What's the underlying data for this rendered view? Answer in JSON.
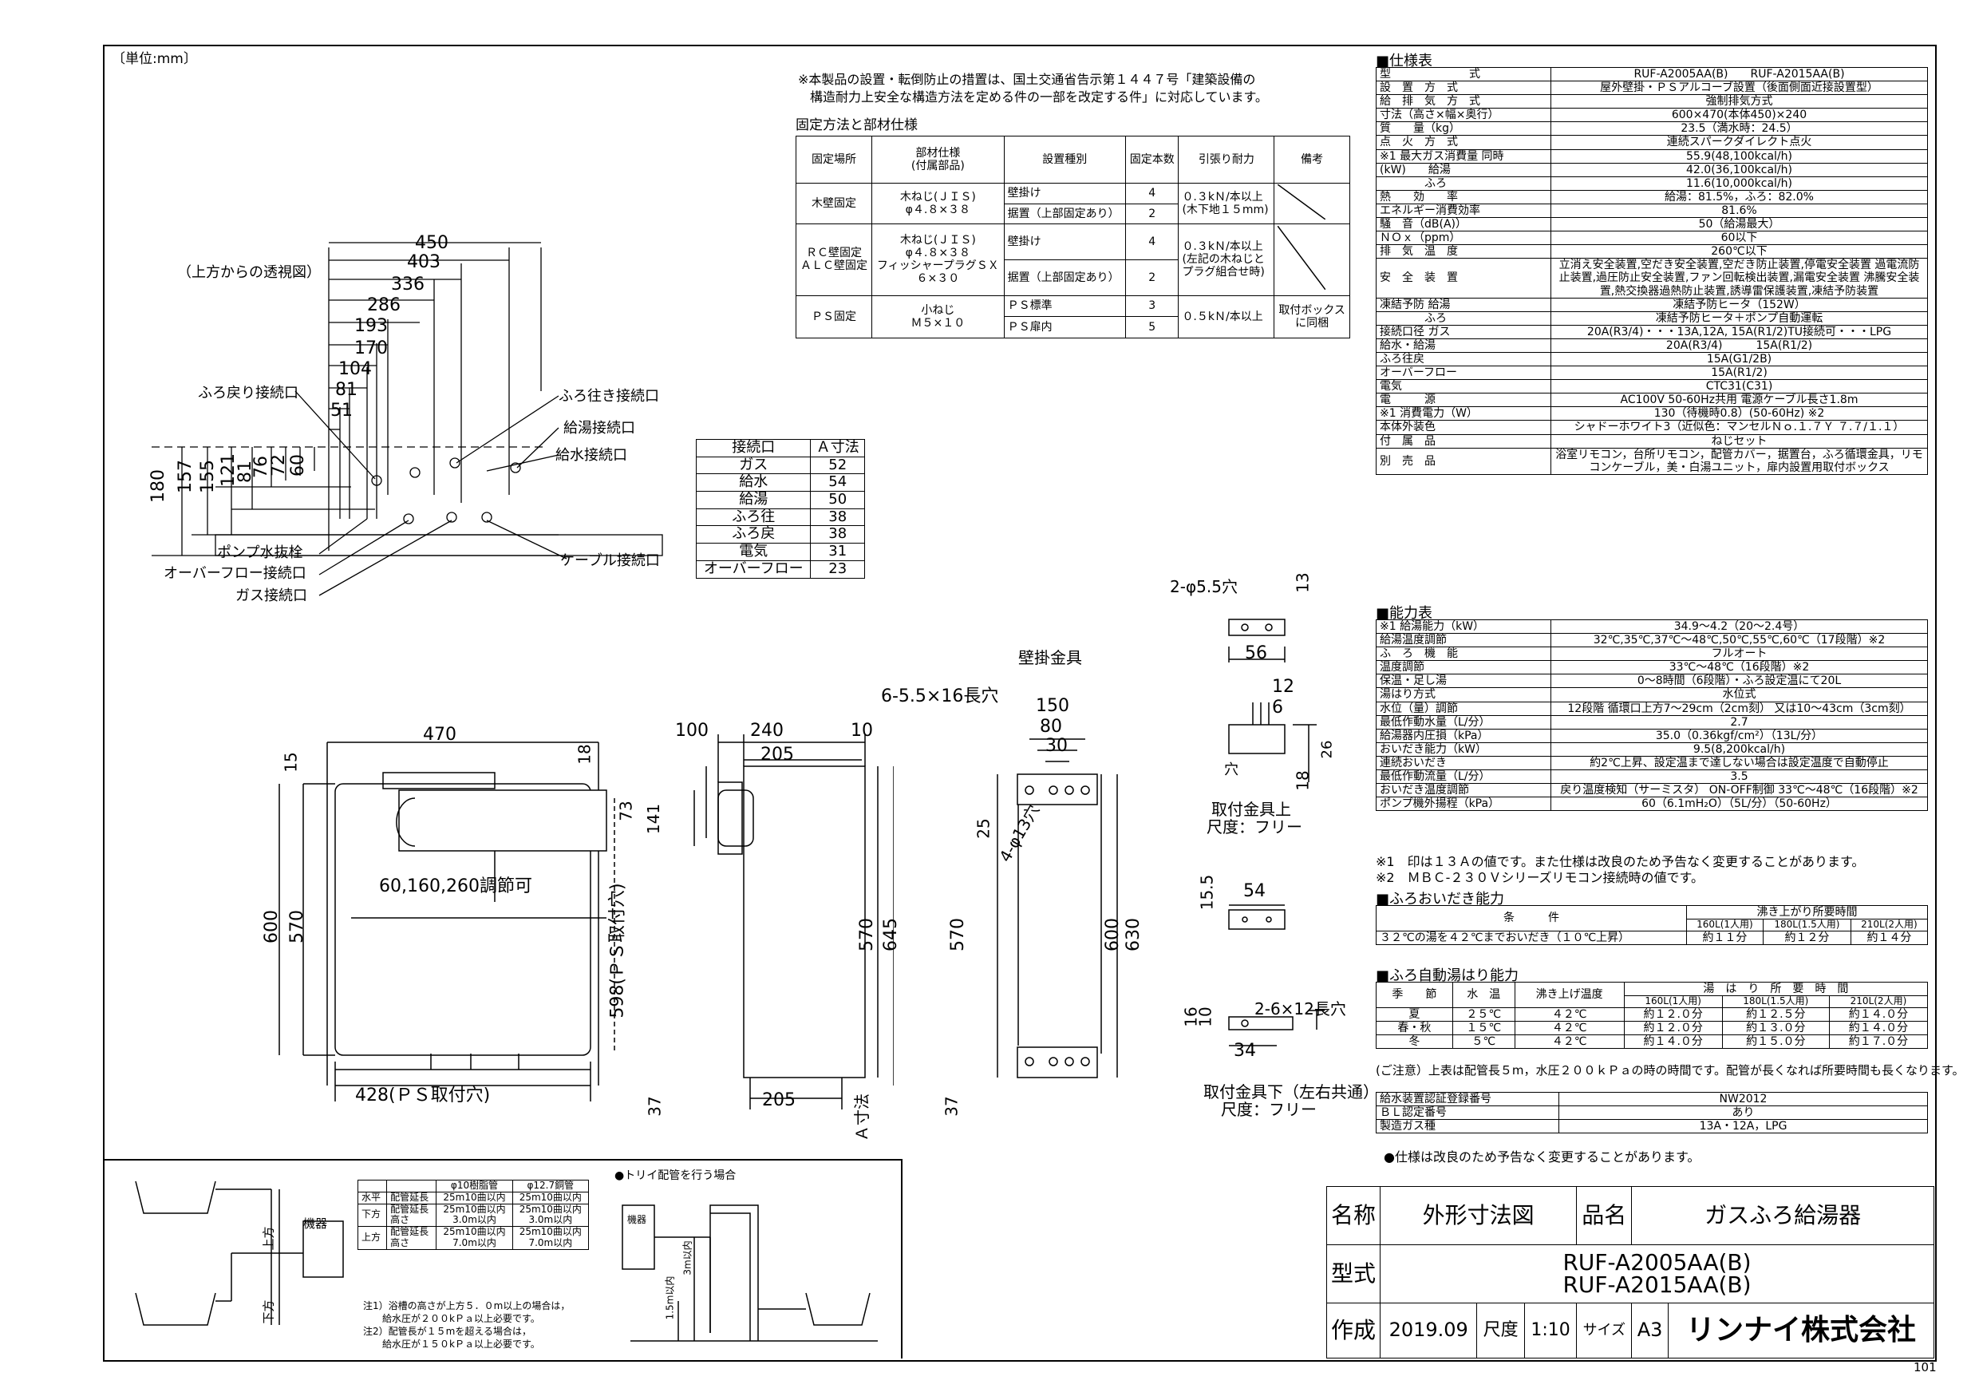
{
  "unit_note": "〔単位:mm〕",
  "notice": [
    "※本製品の設置・転倒防止の措置は、国土交通省告示第１４４７号「建築設備の",
    "構造耐力上安全な構造方法を定める件の一部を改定する件」に対応しています。"
  ],
  "fix_title": "固定方法と部材仕様",
  "fix_headers": [
    "固定場所",
    "部材仕様\n(付属部品)",
    "設置種別",
    "固定本数",
    "引張り耐力",
    "備考"
  ],
  "fix_rows": [
    {
      "place": "木壁固定",
      "part": "木ねじ(ＪＩＳ)\nφ４.８×３８",
      "types": [
        "壁掛け",
        "据置（上部固定あり）"
      ],
      "counts": [
        "4",
        "2"
      ],
      "strength": "０.３kＮ/本以上\n(木下地１５mm)",
      "note": ""
    },
    {
      "place": "ＲＣ壁固定\nＡＬＣ壁固定",
      "part": "木ねじ(ＪＩＳ)\nφ４.８×３８\nフィッシャープラグＳＸ\n６×３０",
      "types": [
        "壁掛け",
        "据置（上部固定あり）"
      ],
      "counts": [
        "4",
        "2"
      ],
      "strength": "０.３kＮ/本以上\n(左記の木ねじと\nプラグ組合せ時)",
      "note": ""
    },
    {
      "place": "ＰＳ固定",
      "part": "小ねじ\nＭ５×１０",
      "types": [
        "ＰＳ標準",
        "ＰＳ扉内"
      ],
      "counts": [
        "3",
        "5"
      ],
      "strength": "０.５kＮ/本以上",
      "note": "取付ボックス\nに同梱"
    }
  ],
  "top_view_label": "（上方からの透視図）",
  "top_dims": [
    "450",
    "403",
    "336",
    "286",
    "193",
    "170",
    "104",
    "81",
    "51"
  ],
  "side_dims": [
    "180",
    "157",
    "155",
    "121",
    "81",
    "76",
    "72",
    "60"
  ],
  "connection_labels": [
    "ふろ戻り接続口",
    "ふろ往き接続口",
    "給湯接続口",
    "給水接続口",
    "ポンプ水抜栓",
    "オーバーフロー接続口",
    "ガス接続口",
    "ケーブル接続口"
  ],
  "a_table": {
    "headers": [
      "接続口",
      "Ａ寸法"
    ],
    "rows": [
      [
        "ガス",
        "52"
      ],
      [
        "給水",
        "54"
      ],
      [
        "給湯",
        "50"
      ],
      [
        "ふろ往",
        "38"
      ],
      [
        "ふろ戻",
        "38"
      ],
      [
        "電気",
        "31"
      ],
      [
        "オーバーフロー",
        "23"
      ]
    ]
  },
  "front_dims": {
    "w": "470",
    "h1": "600",
    "h2": "570",
    "t": "15",
    "r": "18",
    "adj": "60,160,260調節可",
    "ps_h": "598(ＰＳ取付穴)",
    "ps_w": "428(ＰＳ取付穴)"
  },
  "side_view_dims": {
    "d100": "100",
    "d240": "240",
    "d10": "10",
    "d205": "205",
    "d73": "73",
    "d141": "141",
    "d570": "570",
    "d645": "645",
    "d205b": "205",
    "d37": "37",
    "a": "Ａ寸法"
  },
  "bracket": {
    "title": "壁掛金具",
    "slot": "6-5.5×16長穴",
    "w150": "150",
    "w80": "80",
    "w30": "30",
    "hole": "4-φ13穴",
    "d25": "25",
    "d570": "570",
    "d600": "600",
    "d630": "630",
    "d37": "37"
  },
  "upper_fit": {
    "holes": "2-φ5.5穴",
    "d13": "13",
    "d56": "56",
    "d12": "12",
    "d6": "6",
    "d26": "26",
    "d18": "18",
    "ana": "穴",
    "title": "取付金具上",
    "scale": "尺度：フリー"
  },
  "lower_fit": {
    "d15": "15.5",
    "d54": "54",
    "d16": "16",
    "d10": "10",
    "slots": "2-6×12長穴",
    "d34": "34",
    "title": "取付金具下（左右共通）",
    "scale": "尺度：フリー"
  },
  "spec_title": "■仕様表",
  "spec_rows": [
    [
      "型　　　　　　　式",
      "RUF-A2005AA(B)　　RUF-A2015AA(B)"
    ],
    [
      "設　置　方　式",
      "屋外壁掛・ＰＳアルコーブ設置（後面側面近接設置型）"
    ],
    [
      "給　排　気　方　式",
      "強制排気方式"
    ],
    [
      "寸法（高さ×幅×奥行）",
      "600×470(本体450)×240"
    ],
    [
      "質　　量（kg）",
      "23.5（満水時：24.5）"
    ],
    [
      "点　火　方　式",
      "連続スパークダイレクト点火"
    ],
    [
      "※1 最大ガス消費量 同時",
      "55.9(48,100kcal/h)"
    ],
    [
      "(kW)　　給湯",
      "42.0(36,100kcal/h)"
    ],
    [
      "　　　　ふろ",
      "11.6(10,000kcal/h)"
    ],
    [
      "熱　　効　　率",
      "給湯：81.5%，ふろ：82.0%"
    ],
    [
      "エネルギー消費効率",
      "81.6%"
    ],
    [
      "騒　音（dB(A)）",
      "50（給湯最大）"
    ],
    [
      "ＮＯｘ（ppm）",
      "60以下"
    ],
    [
      "排　気　温　度",
      "260℃以下"
    ],
    [
      "安　全　装　置",
      "立消え安全装置,空だき安全装置,空だき防止装置,停電安全装置 過電流防止装置,過圧防止安全装置,ファン回転検出装置,漏電安全装置 沸騰安全装置,熱交換器過熱防止装置,誘導雷保護装置,凍結予防装置"
    ],
    [
      "凍結予防 給湯",
      "凍結予防ヒータ（152W）"
    ],
    [
      "　　　　ふろ",
      "凍結予防ヒータ＋ポンプ自動運転"
    ],
    [
      "接続口径 ガス",
      "20A(R3/4)・・・13A,12A, 15A(R1/2)TU接続可・・・LPG"
    ],
    [
      "給水・給湯",
      "20A(R3/4)　　　15A(R1/2)"
    ],
    [
      "ふろ往戻",
      "15A(G1/2B)"
    ],
    [
      "オーバーフロー",
      "15A(R1/2)"
    ],
    [
      "電気",
      "CTC31(C31)"
    ],
    [
      "電　　　源",
      "AC100V 50-60Hz共用 電源ケーブル長さ1.8m"
    ],
    [
      "※1 消費電力（W）",
      "130（待機時0.8）(50-60Hz) ※2"
    ],
    [
      "本体外装色",
      "シャドーホワイト3（近似色：マンセルＮｏ.１.７Ｙ ７.７/１.１）"
    ],
    [
      "付　属　品",
      "ねじセット"
    ],
    [
      "別　売　品",
      "浴室リモコン，台所リモコン，配管カバー，据置台，ふろ循環金具，リモコンケーブル，美・白湯ユニット，扉内設置用取付ボックス"
    ]
  ],
  "cap_title": "■能力表",
  "cap_rows": [
    [
      "※1 給湯能力（kW）",
      "34.9～4.2（20～2.4号）"
    ],
    [
      "給湯温度調節",
      "32℃,35℃,37℃～48℃,50℃,55℃,60℃（17段階）※2"
    ],
    [
      "ふ　ろ　機　能",
      "フルオート"
    ],
    [
      "温度調節",
      "33℃～48℃（16段階）※2"
    ],
    [
      "保温・足し湯",
      "0～8時間（6段階）・ふろ設定温にて20L"
    ],
    [
      "湯はり方式",
      "水位式"
    ],
    [
      "水位（量）調節",
      "12段階 循環口上方7～29cm（2cm刻） 又は10～43cm（3cm刻）"
    ],
    [
      "最低作動水量（L/分）",
      "2.7"
    ],
    [
      "給湯器内圧損（kPa）",
      "35.0（0.36kgf/cm²）（13L/分）"
    ],
    [
      "おいだき能力（kW）",
      "9.5(8,200kcal/h)"
    ],
    [
      "連続おいだき",
      "約2℃上昇、設定温まで達しない場合は設定温度で自動停止"
    ],
    [
      "最低作動流量（L/分）",
      "3.5"
    ],
    [
      "おいだき温度調節",
      "戻り温度検知（サーミスタ） ON-OFF制御 33℃～48℃（16段階）※2"
    ],
    [
      "ポンプ機外揚程（kPa）",
      "60（6.1mH₂O）（5L/分）（50-60Hz）"
    ]
  ],
  "cap_notes": [
    "※1　印は１３Ａの値です。また仕様は改良のため予告なく変更することがあります。",
    "※2　ＭＢＣ-２３０Ｖシリーズリモコン接続時の値です。"
  ],
  "oidaki_title": "■ふろおいだき能力",
  "oidaki": {
    "h1": "条　　　件",
    "h2": "沸き上がり所要時間",
    "cols": [
      "160L(1人用)",
      "180L(1.5人用)",
      "210L(2人用)"
    ],
    "cond": "３２℃の湯を４２℃までおいだき（１０℃上昇）",
    "vals": [
      "約１１分",
      "約１２分",
      "約１４分"
    ]
  },
  "auto_title": "■ふろ自動湯はり能力",
  "auto": {
    "headers": [
      "季　　節",
      "水　温",
      "沸き上げ温度",
      "湯　は　り　所　要　時　間"
    ],
    "cols": [
      "160L(1人用)",
      "180L(1.5人用)",
      "210L(2人用)"
    ],
    "rows": [
      [
        "夏",
        "２５℃",
        "４２℃",
        "約１２.０分",
        "約１２.５分",
        "約１４.０分"
      ],
      [
        "春・秋",
        "１５℃",
        "４２℃",
        "約１２.０分",
        "約１３.０分",
        "約１４.０分"
      ],
      [
        "冬",
        "５℃",
        "４２℃",
        "約１４.０分",
        "約１５.０分",
        "約１７.０分"
      ]
    ],
    "note": "(ご注意）上表は配管長５m，水圧２００ｋＰａの時の時間です。配管が長くなれば所要時間も長くなります。"
  },
  "cert": [
    [
      "給水装置認証登録番号",
      "NW2012"
    ],
    [
      "ＢＬ認定番号",
      "あり"
    ],
    [
      "製造ガス種",
      "13A・12A，LPG"
    ]
  ],
  "spec_footnote": "●仕様は改良のため予告なく変更することがあります。",
  "piping": {
    "headers": [
      "",
      "",
      "φ10樹脂管",
      "φ12.7銅管"
    ],
    "rows": [
      [
        "水平",
        "配管延長",
        "25m10曲以内",
        "25m10曲以内"
      ],
      [
        "下方",
        "配管延長\n高さ",
        "25m10曲以内\n3.0m以内",
        "25m10曲以内\n3.0m以内"
      ],
      [
        "上方",
        "配管延長\n高さ",
        "25m10曲以内\n7.0m以内",
        "25m10曲以内\n7.0m以内"
      ]
    ],
    "notes": [
      "注1）浴槽の高さが上方５．０m以上の場合は，",
      "　　給水圧が２００kＰａ以上必要です。",
      "注2）配管長が１５mを超える場合は，",
      "　　給水圧が１５０kＰａ以上必要です。"
    ],
    "trap": "●トリイ配管を行う場合",
    "kiki": "機器",
    "joho": "上方",
    "kaho": "下方",
    "m3": "3m以内",
    "m15": "1.5m以内"
  },
  "title_block": {
    "name_label": "名称",
    "name": "外形寸法図",
    "product_label": "品名",
    "product": "ガスふろ給湯器",
    "model_label": "型式",
    "models": [
      "RUF-A2005AA(B)",
      "RUF-A2015AA(B)"
    ],
    "made_label": "作成",
    "date": "2019.09",
    "scale_label": "尺度",
    "scale": "1:10",
    "size_label": "サイズ",
    "size": "A3",
    "company": "リンナイ株式会社"
  },
  "page_no": "101"
}
